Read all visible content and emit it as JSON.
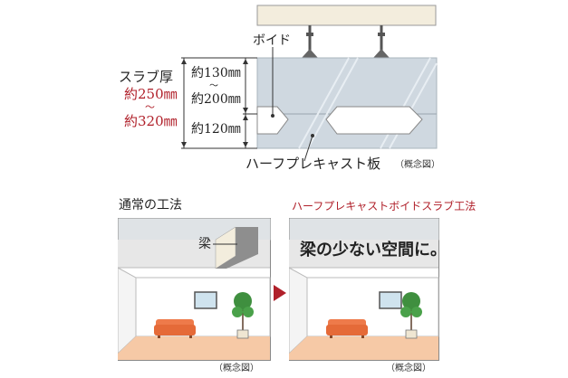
{
  "top_diagram": {
    "void_label": "ボイド",
    "slab_thickness_label": "スラブ厚",
    "slab_thickness_range": [
      "約250㎜",
      "～",
      "約320㎜"
    ],
    "upper_dim": [
      "約130㎜",
      "～",
      "約200㎜"
    ],
    "lower_dim": "約120㎜",
    "precast_label": "ハーフプレキャスト板",
    "note": "（概念図）"
  },
  "bottom_left": {
    "title": "通常の工法",
    "beam_label": "梁",
    "note": "（概念図）"
  },
  "bottom_right": {
    "title": "ハーフプレキャストボイドスラブ工法",
    "caption": "梁の少ない空間に。",
    "note": "（概念図）"
  },
  "colors": {
    "accent_red": "#b0202a",
    "slab_blue": "#cfd8e0",
    "ceiling_fill": "#f3eddd",
    "floor_fill": "#f6c9a6",
    "sofa": "#ee7a4a"
  }
}
